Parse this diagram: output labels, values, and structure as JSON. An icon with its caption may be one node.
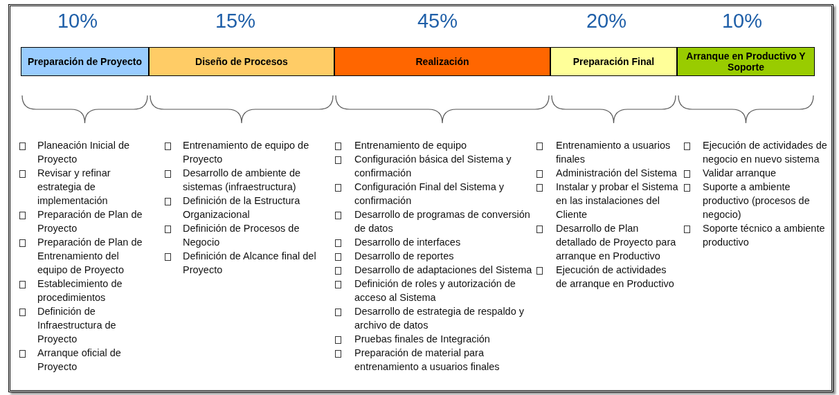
{
  "diagram": {
    "nodes": [
      {
        "text": [
          "Preparación de Proyecto"
        ],
        "beside": [
          "10%"
        ]
      },
      {
        "text": [
          "Diseño de Procesos"
        ],
        "beside": [
          "15%"
        ]
      },
      {
        "text": [
          "Realización"
        ],
        "beside": [
          "45%"
        ]
      },
      {
        "text": [
          "Preparación Final"
        ],
        "beside": [
          "20%"
        ]
      },
      {
        "text": [
          "Arranque en Productivo Y Soporte"
        ],
        "beside": [
          "10%"
        ]
      }
    ],
    "labels": [
      "Planeación Inicial de Proyecto",
      "Revisar y refinar estrategia de implementación",
      "Preparación de Plan de Proyecto",
      "Preparación de Plan de Entrenamiento del equipo de Proyecto",
      "Establecimiento de procedimientos",
      "Definición de Infraestructura de Proyecto",
      "Arranque oficial de Proyecto",
      "Entrenamiento de equipo de Proyecto",
      "Desarrollo de ambiente de sistemas (infraestructura)",
      "Definición de la Estructura Organizacional",
      "Definición de Procesos de Negocio",
      "Definición de Alcance final del Proyecto",
      "Entrenamiento de equipo",
      "Configuración básica del Sistema y confirmación",
      "Configuración Final del Sistema y confirmación",
      "Desarrollo de programas de conversión de datos",
      "Desarrollo de interfaces",
      "Desarrollo de reportes",
      "Desarrollo de adaptaciones del Sistema",
      "Definición de roles y autorización de acceso al Sistema",
      "Desarrollo de estrategia de respaldo y archivo de datos",
      "Pruebas finales de Integración",
      "Preparación de material para entrenamiento a usuarios finales",
      "Entrenamiento a usuarios finales",
      "Administración del Sistema",
      "Instalar y probar el Sistema en las instalaciones del Cliente",
      "Desarrollo de Plan detallado de Proyecto para arranque en Productivo",
      "Ejecución de actividades de arranque en Productivo",
      "Ejecución de actividades de negocio en nuevo sistema",
      "Validar arranque",
      "Suporte a ambiente productivo (procesos de negocio)",
      "Soporte técnico a ambiente productivo"
    ]
  }
}
